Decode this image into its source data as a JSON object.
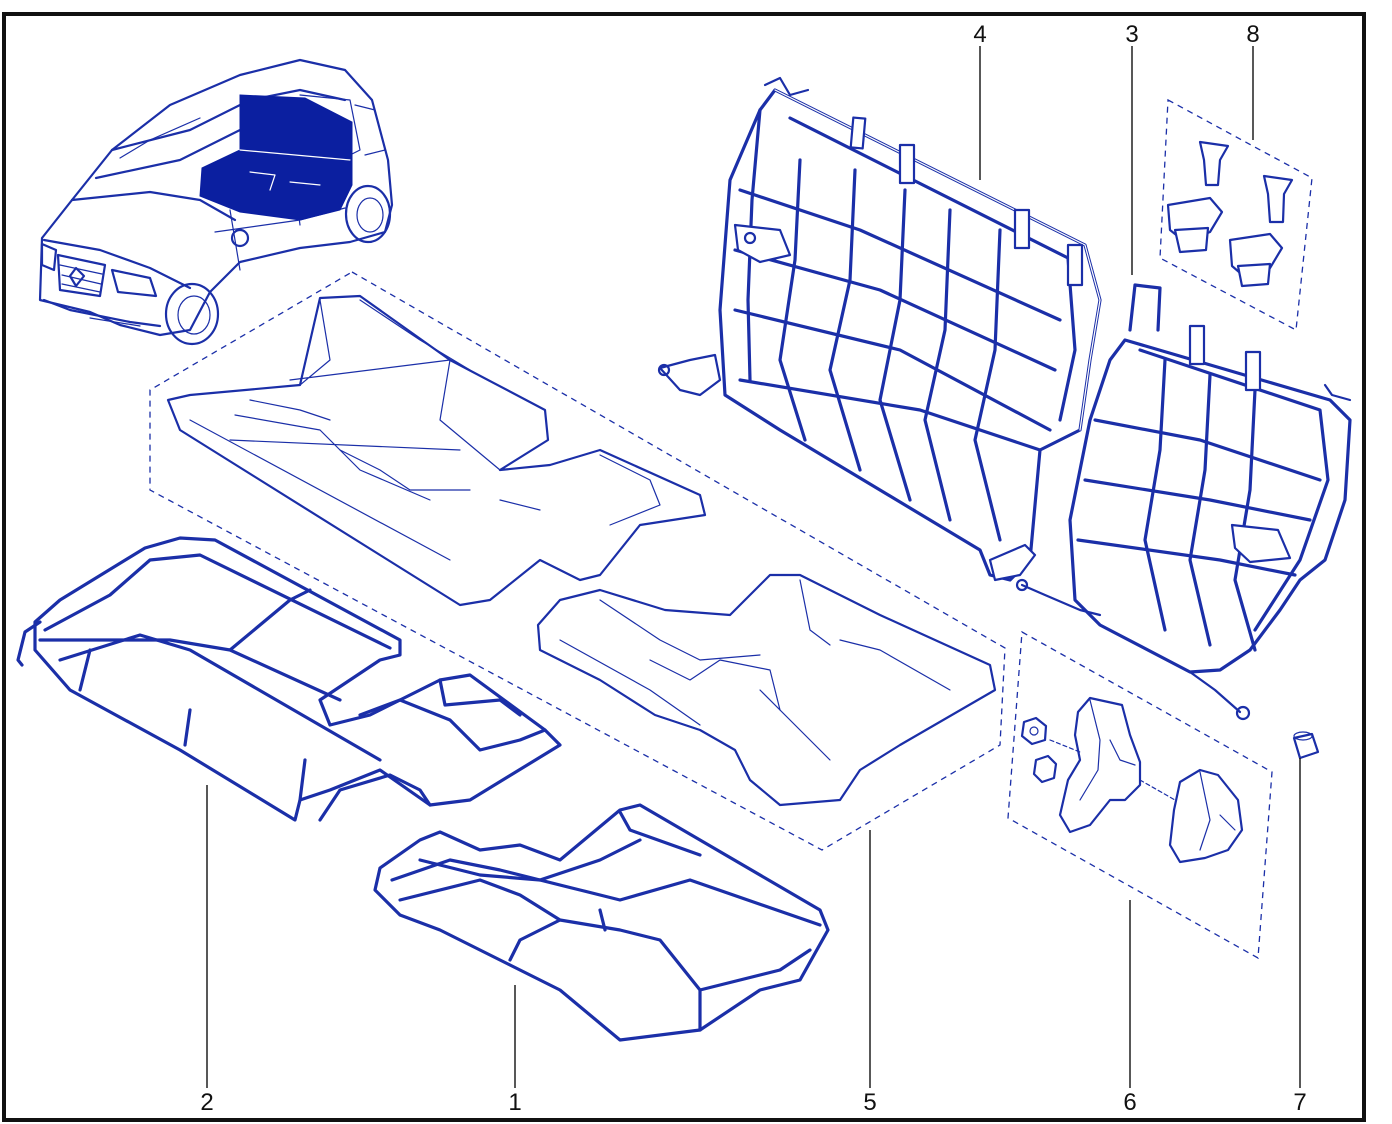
{
  "callouts": {
    "c1": "1",
    "c2": "2",
    "c3": "3",
    "c4": "4",
    "c5": "5",
    "c6": "6",
    "c7": "7",
    "c8": "8"
  },
  "colors": {
    "line": "#1b2fa8",
    "highlight": "#0b1fa0",
    "frame": "#111111",
    "background": "#ffffff"
  }
}
